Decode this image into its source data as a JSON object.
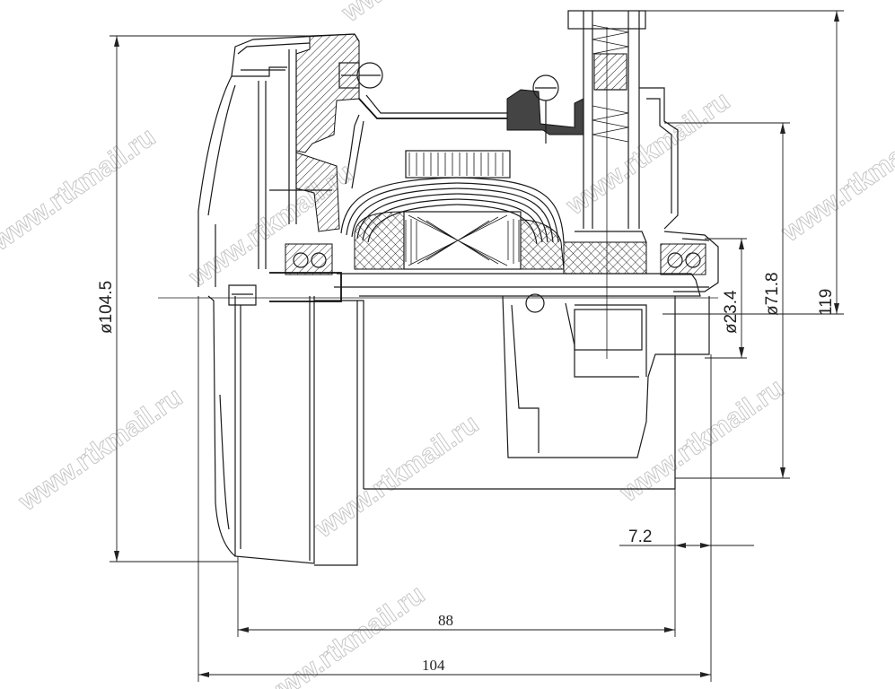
{
  "dimensions": {
    "d_outer": "ø104.5",
    "d_mid": "ø71.8",
    "d_shaft": "ø23.4",
    "height": "119",
    "offset": "7.2",
    "width_inner": "88",
    "width_total": "104"
  },
  "watermark": {
    "text": "www.rtkmail.ru"
  }
}
